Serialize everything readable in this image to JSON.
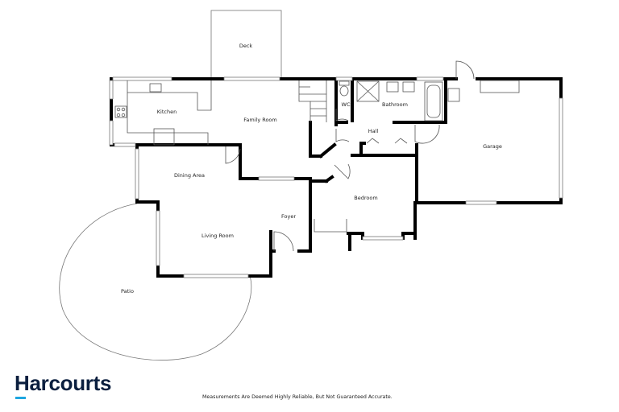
{
  "floorplan": {
    "rooms": {
      "deck": "Deck",
      "kitchen": "Kitchen",
      "family_room": "Family Room",
      "wc": "WC",
      "bathroom": "Bathroom",
      "hall": "Hall",
      "garage": "Garage",
      "dining_area": "Dining Area",
      "bedroom": "Bedroom",
      "foyer": "Foyer",
      "living_room": "Living Room",
      "patio": "Patio"
    }
  },
  "footer": {
    "brand": "Harcourts",
    "brand_color": "#0b1f3f",
    "accent_color": "#1ea6e0",
    "disclaimer": "Measurements Are Deemed Highly Reliable, But Not Guaranteed Accurate."
  }
}
